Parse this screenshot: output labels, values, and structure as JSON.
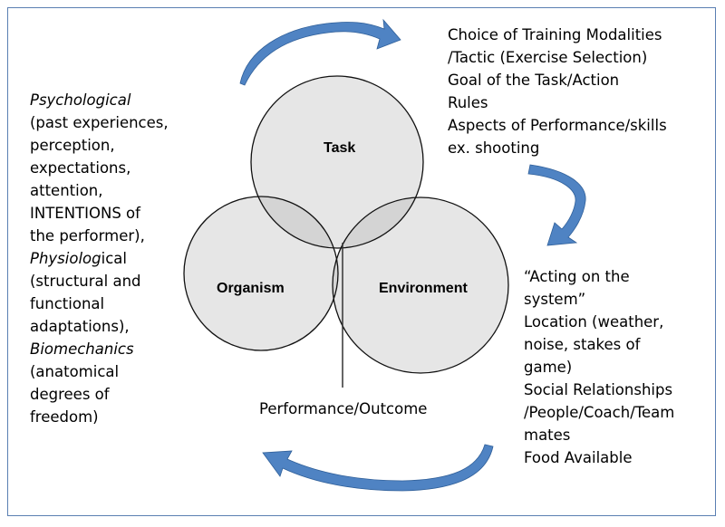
{
  "diagram": {
    "circles": {
      "task": "Task",
      "organism": "Organism",
      "environment": "Environment"
    },
    "outcome_label": "Performance/Outcome",
    "task_notes": [
      "Choice of Training Modalities",
      "/Tactic (Exercise Selection)",
      "Goal of the Task/Action",
      "Rules",
      "Aspects of Performance/skills",
      "ex. shooting"
    ],
    "organism_notes": {
      "psychological_title": "Psychological",
      "psychological_lines": [
        "(past experiences,",
        "perception,",
        "expectations,",
        "attention,",
        "INTENTIONS of",
        "the performer),"
      ],
      "physiological_italic": "Physiolog",
      "physiological_rest": "ical",
      "physiological_lines": [
        "(structural and",
        "functional",
        "adaptations),"
      ],
      "biomechanics_title": "Biomechanics",
      "biomechanics_lines": [
        "(anatomical",
        "degrees of",
        "freedom)"
      ]
    },
    "environment_notes": [
      "“Acting on the",
      "system”",
      "Location (weather,",
      "noise, stakes of",
      "game)",
      "Social Relationships",
      "/People/Coach/Team",
      "mates",
      "Food Available"
    ],
    "colors": {
      "arrow": "#4f83c3",
      "circle_fill": "#e6e6e6",
      "overlap_fill": "#d4d4d4",
      "circle_stroke": "#111111",
      "frame": "#5a7fb2"
    },
    "icons": [
      "curved-arrow-icon"
    ]
  }
}
